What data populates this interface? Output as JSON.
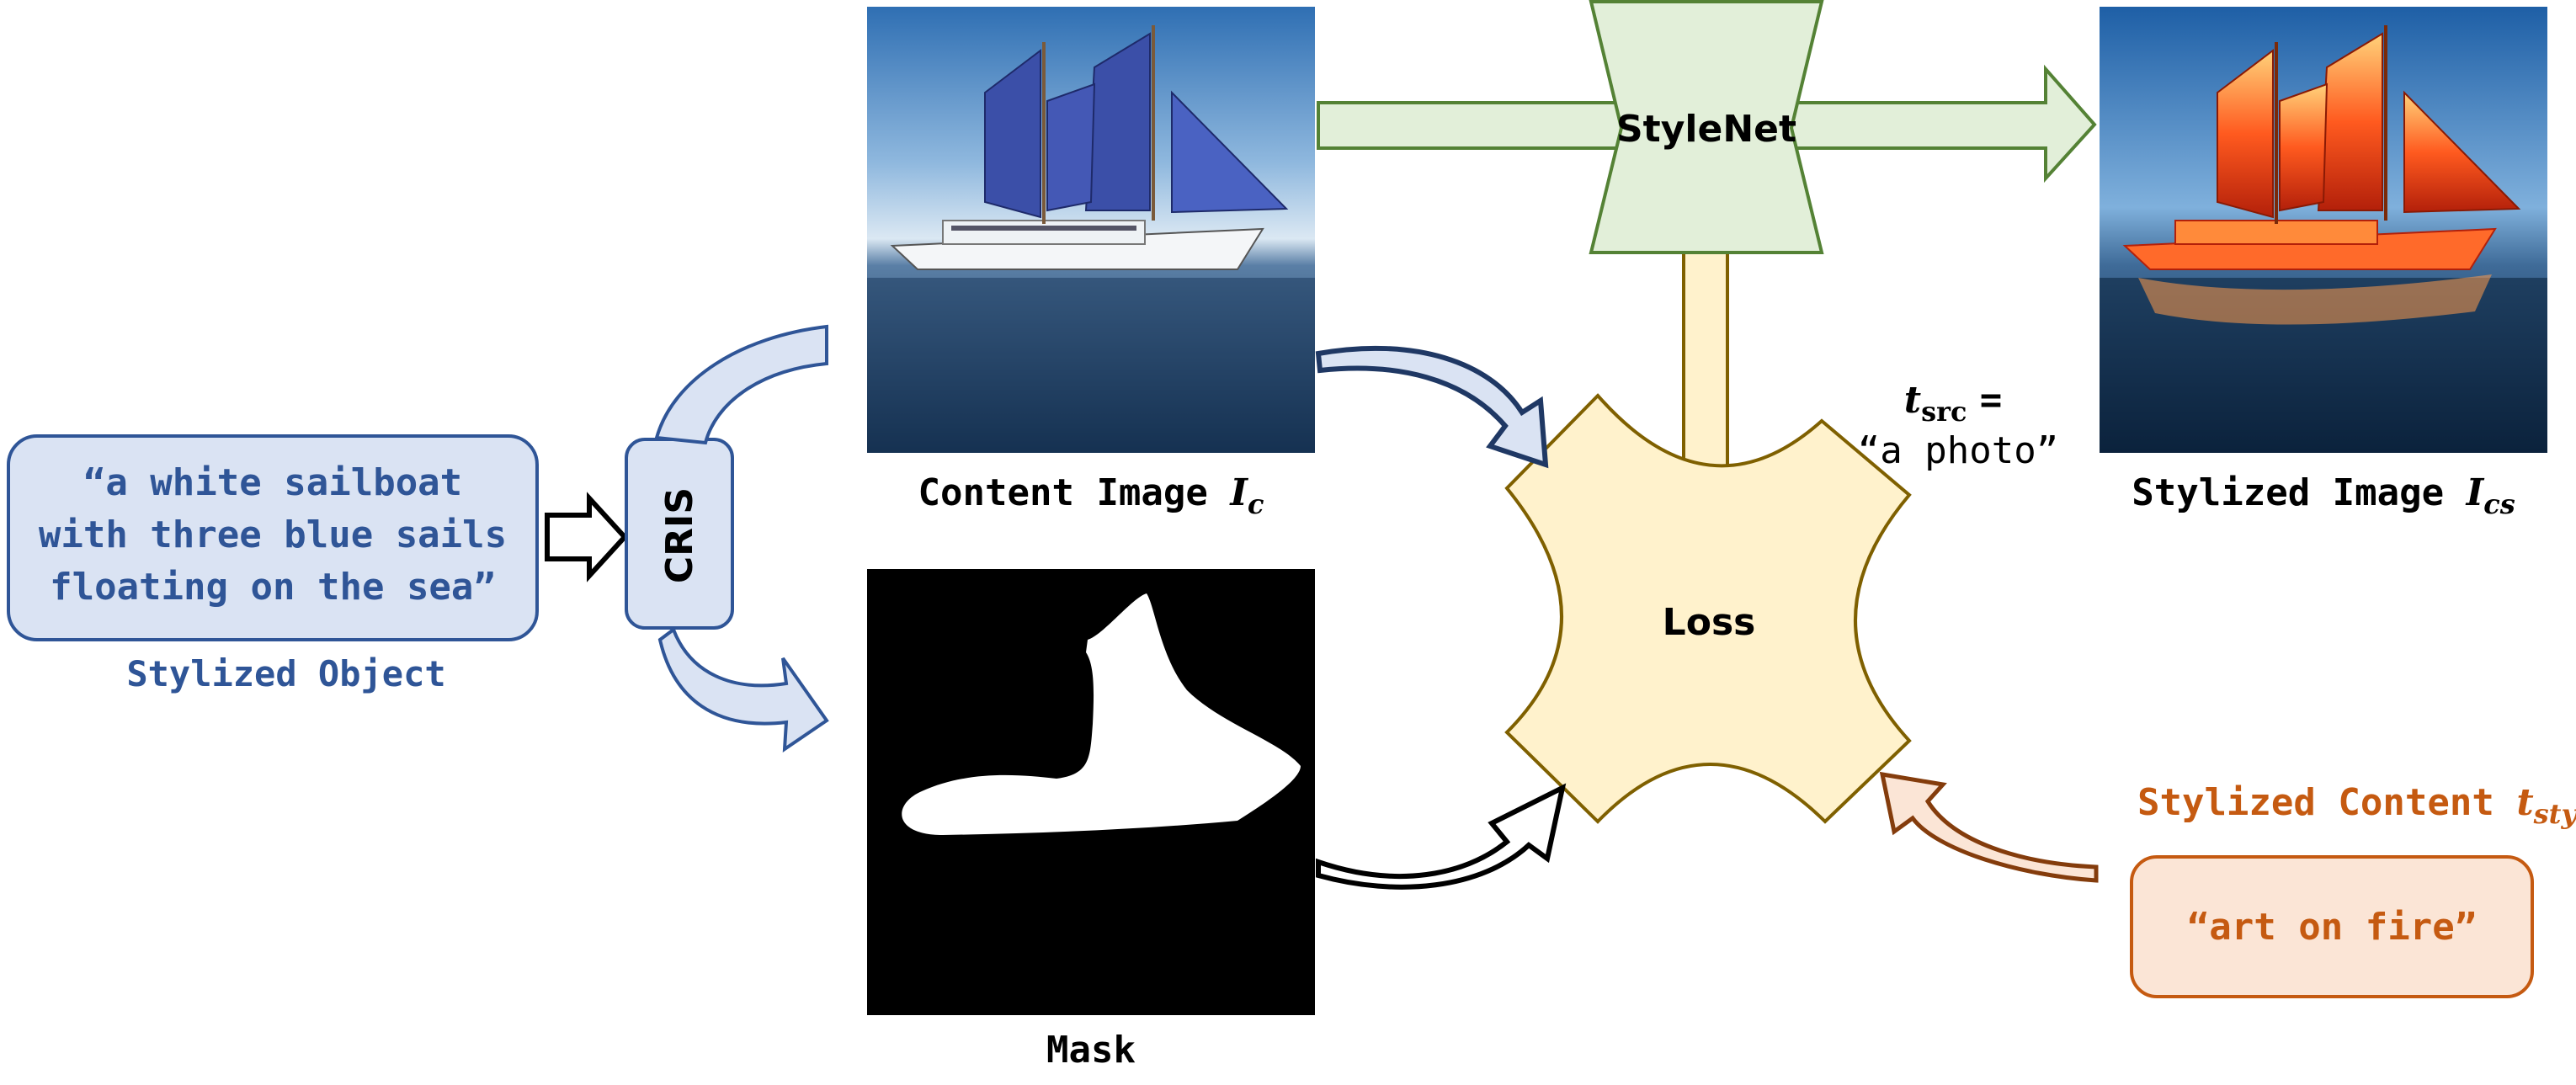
{
  "stylized_object": {
    "prompt_lines": [
      "“a white sailboat",
      "with three blue sails",
      "floating on the sea”"
    ],
    "label": "Stylized Object"
  },
  "cris": {
    "label": "CRIS"
  },
  "content_image": {
    "caption_text": "Content Image",
    "var": "I",
    "sub": "c"
  },
  "mask": {
    "caption": "Mask"
  },
  "stylenet": {
    "label": "StyleNet"
  },
  "loss": {
    "label": "Loss"
  },
  "source_text": {
    "var": "t",
    "sub": "src",
    "eq": "=",
    "value": "“a photo”"
  },
  "stylized_image": {
    "caption_text": "Stylized Image",
    "var": "I",
    "sub": "cs"
  },
  "stylized_content": {
    "label_text": "Stylized Content",
    "var": "t",
    "sub": "sty",
    "prompt": "“art on fire”"
  },
  "colors": {
    "blue_text": "#2f5597",
    "blue_fill": "#dae3f3",
    "blue_stroke": "#2f5597",
    "green_fill": "#e2efd9",
    "green_stroke": "#548235",
    "loss_fill": "#fff2cc",
    "loss_stroke": "#7f6000",
    "orange_text": "#c55a11",
    "orange_fill": "#fbe5d6",
    "orange_stroke": "#c55a11",
    "navy_arrow": "#1f3864"
  }
}
